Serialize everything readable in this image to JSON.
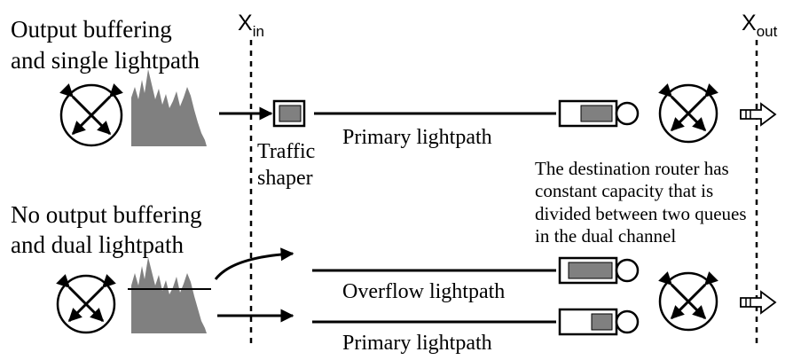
{
  "markers": {
    "x_in": {
      "main": "X",
      "sub": "in"
    },
    "x_out": {
      "main": "X",
      "sub": "out"
    }
  },
  "top_scenario": {
    "title_line1": "Output buffering",
    "title_line2": "and single lightpath",
    "shaper_line1": "Traffic",
    "shaper_line2": "shaper",
    "lightpath_label": "Primary lightpath"
  },
  "note": {
    "line1": "The destination router has",
    "line2": "constant capacity that is",
    "line3": "divided between two queues",
    "line4": "in the dual channel"
  },
  "bottom_scenario": {
    "title_line1": "No output buffering",
    "title_line2": "and dual lightpath",
    "overflow_label": "Overflow lightpath",
    "primary_label": "Primary lightpath"
  },
  "colors": {
    "traffic_fill": "#808080",
    "queue_fill": "#808080",
    "line": "#000000"
  },
  "icons": [
    "router-icon",
    "traffic-profile-icon",
    "queue-icon",
    "outgoing-arrow-icon"
  ]
}
